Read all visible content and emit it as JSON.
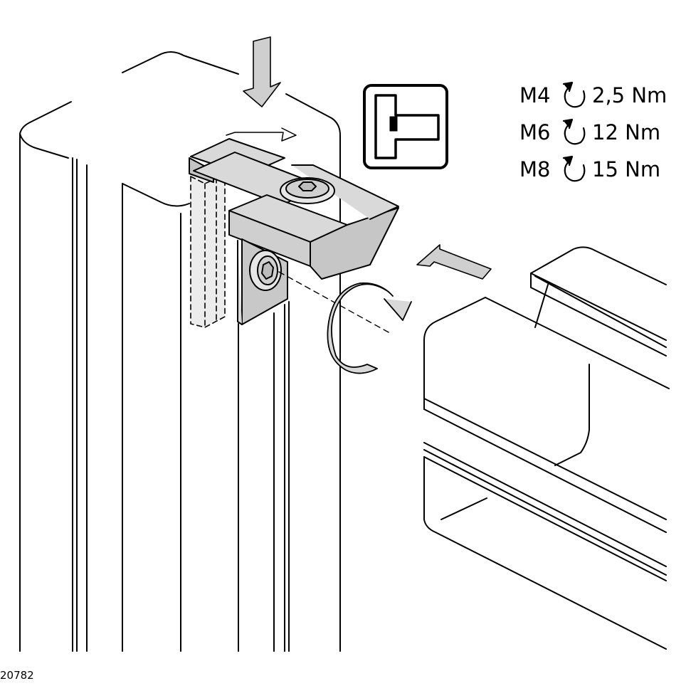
{
  "torque_table": [
    {
      "size": "M4",
      "torque": "2,5 Nm",
      "icon": "clockwise-rotation-icon"
    },
    {
      "size": "M6",
      "torque": "12 Nm",
      "icon": "clockwise-rotation-icon"
    },
    {
      "size": "M8",
      "torque": "15 Nm",
      "icon": "clockwise-rotation-icon"
    }
  ],
  "figure_number": "20782",
  "colors": {
    "line": "#000000",
    "part_fill": "#d9d9d9",
    "part_shade": "#c4c4c4",
    "arrow_fill": "#cfcfcf",
    "ghost_fill": "#ececec"
  }
}
